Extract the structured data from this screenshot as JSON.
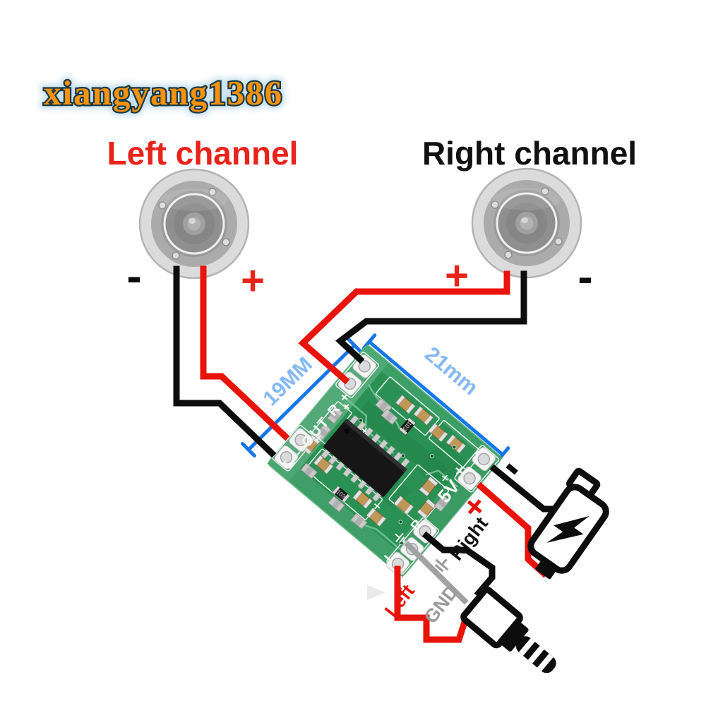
{
  "watermark": {
    "text": "xiangyang1386"
  },
  "labels": {
    "left_channel": "Left channel",
    "right_channel": "Right channel"
  },
  "polarity": {
    "plus": "+",
    "minus": "-"
  },
  "dimensions": {
    "short_edge": "19MM",
    "long_edge": "21mm"
  },
  "pcb": {
    "silkscreen": {
      "output_edge": "L - OUT R +",
      "power": "5V",
      "input_right": "R",
      "input_left": "L",
      "pad_plus": "+",
      "pad_minus": "-",
      "resistor_code": "103"
    }
  },
  "wire_labels": {
    "left": "Left",
    "right": "Right",
    "gnd": "GND"
  },
  "colors": {
    "wire_red": "#E8130B",
    "wire_black": "#0D0D0D",
    "wire_gray": "#A2A2A2",
    "label_red": "#E8231A",
    "label_black": "#111111",
    "gnd_gray": "#9B9B9B",
    "dimension_line": "#1576E8",
    "dimension_text": "#85B9F3",
    "watermark_orange": "#F5920E",
    "board_green": "#2A9154"
  }
}
